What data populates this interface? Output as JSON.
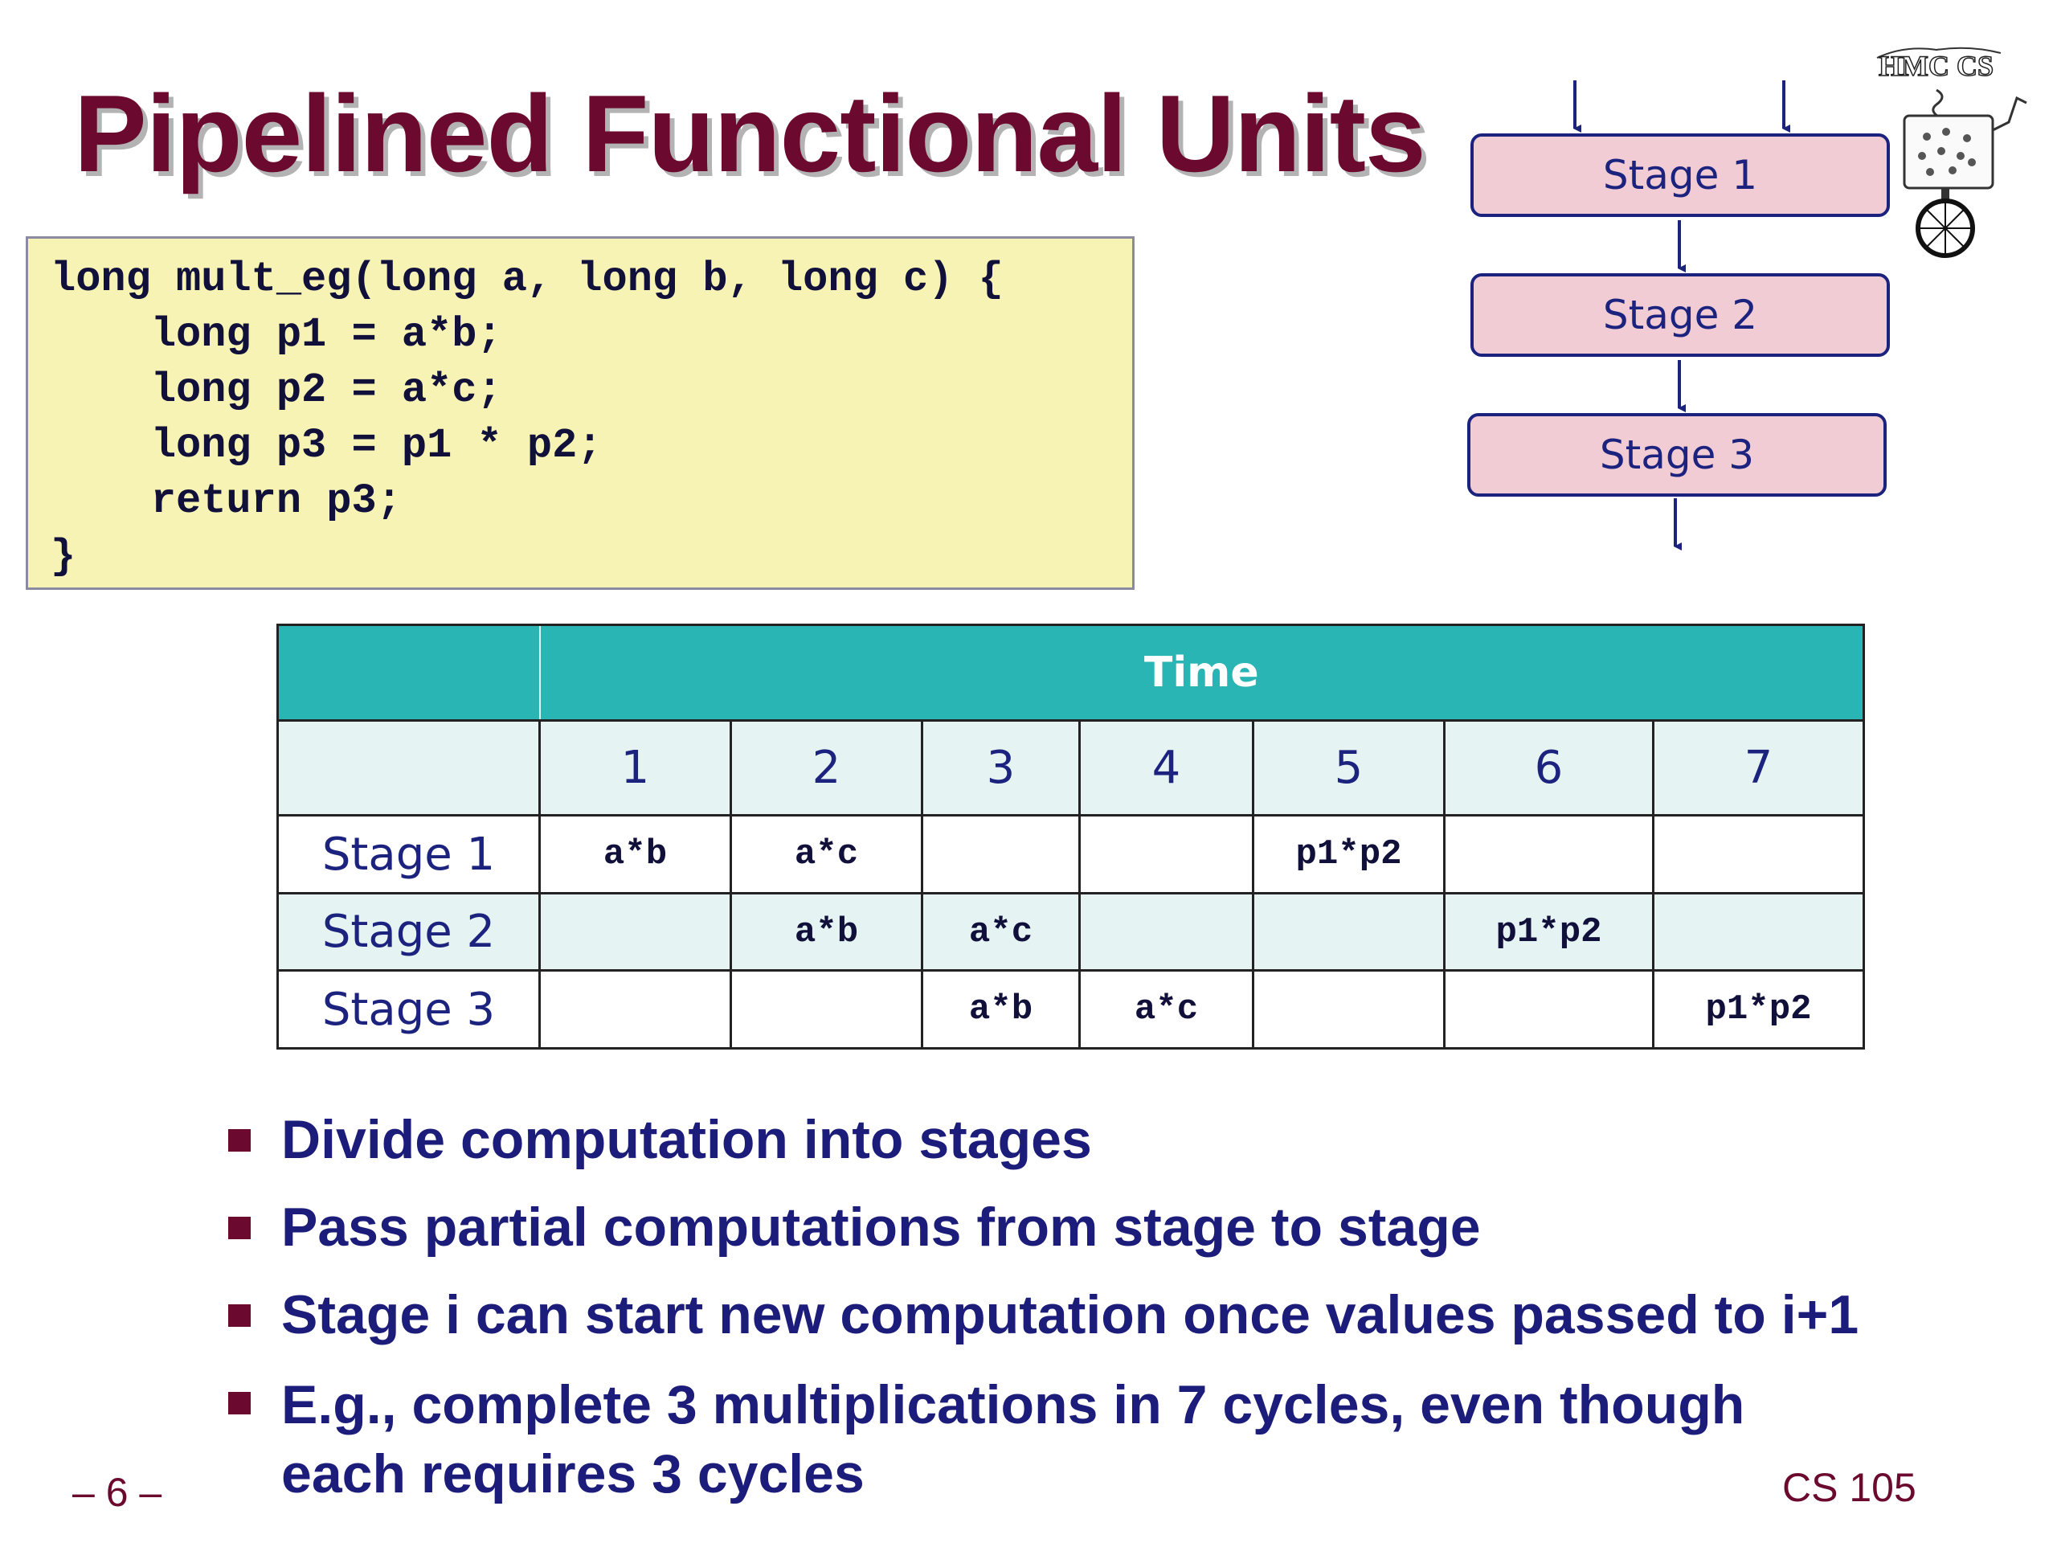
{
  "slide": {
    "title": "Pipelined Functional Units",
    "page_number": "– 6 –",
    "course": "CS 105"
  },
  "code": {
    "lines": [
      "long mult_eg(long a, long b, long c) {",
      "    long p1 = a*b;",
      "    long p2 = a*c;",
      "    long p3 = p1 * p2;",
      "    return p3;",
      "}"
    ]
  },
  "pipeline_diagram": {
    "stages": [
      "Stage 1",
      "Stage 2",
      "Stage 3"
    ]
  },
  "schedule": {
    "header": "Time",
    "time_steps": [
      "1",
      "2",
      "3",
      "4",
      "5",
      "6",
      "7"
    ],
    "rows": [
      {
        "stage": "Stage 1",
        "cells": [
          "a*b",
          "a*c",
          "",
          "",
          "p1*p2",
          "",
          ""
        ]
      },
      {
        "stage": "Stage 2",
        "cells": [
          "",
          "a*b",
          "a*c",
          "",
          "",
          "p1*p2",
          ""
        ]
      },
      {
        "stage": "Stage 3",
        "cells": [
          "",
          "",
          "a*b",
          "a*c",
          "",
          "",
          "p1*p2"
        ]
      }
    ]
  },
  "bullets": [
    "Divide computation into stages",
    "Pass partial computations from stage to stage",
    "Stage i can start new computation once values passed to i+1",
    "E.g., complete 3 multiplications in 7 cycles, even though",
    "each requires 3 cycles"
  ],
  "logo": {
    "text": "HMC CS",
    "icon": "hmc-cs-robot-logo"
  },
  "colors": {
    "title": "#6b0a2e",
    "text": "#1c237e",
    "code_bg": "#f7f3b5",
    "stage_fill": "#f2ccd4",
    "table_header": "#2ab5b5",
    "table_band": "#e6f3f3"
  }
}
